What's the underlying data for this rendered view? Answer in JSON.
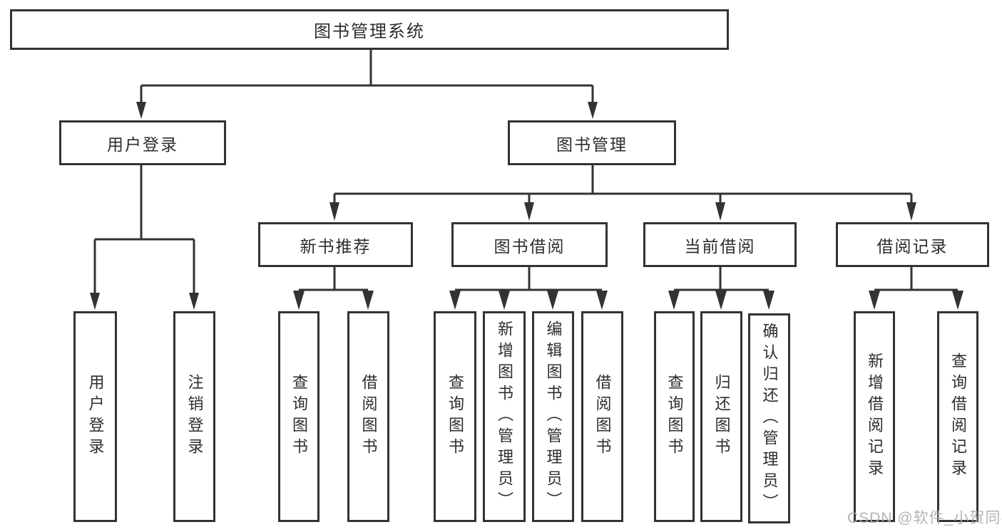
{
  "tree": {
    "label": "图书管理系统",
    "children": [
      {
        "label": "用户登录",
        "children": [
          {
            "label": "用户登录"
          },
          {
            "label": "注销登录"
          }
        ]
      },
      {
        "label": "图书管理",
        "children": [
          {
            "label": "新书推荐",
            "children": [
              {
                "label": "查询图书"
              },
              {
                "label": "借阅图书"
              }
            ]
          },
          {
            "label": "图书借阅",
            "children": [
              {
                "label": "查询图书"
              },
              {
                "label": "新增图书（管理员）"
              },
              {
                "label": "编辑图书（管理员）"
              },
              {
                "label": "借阅图书"
              }
            ]
          },
          {
            "label": "当前借阅",
            "children": [
              {
                "label": "查询图书"
              },
              {
                "label": "归还图书"
              },
              {
                "label": "确认归还（管理员）"
              }
            ]
          },
          {
            "label": "借阅记录",
            "children": [
              {
                "label": "新增借阅记录"
              },
              {
                "label": "查询借阅记录"
              }
            ]
          }
        ]
      }
    ]
  },
  "watermark": {
    "text": "CSDN @软件_小贺同学"
  },
  "colors": {
    "line": "#333333",
    "text": "#2d2d2d",
    "box_background": "#ffffff",
    "page_background": "#ffffff",
    "watermark": "#acacac"
  }
}
